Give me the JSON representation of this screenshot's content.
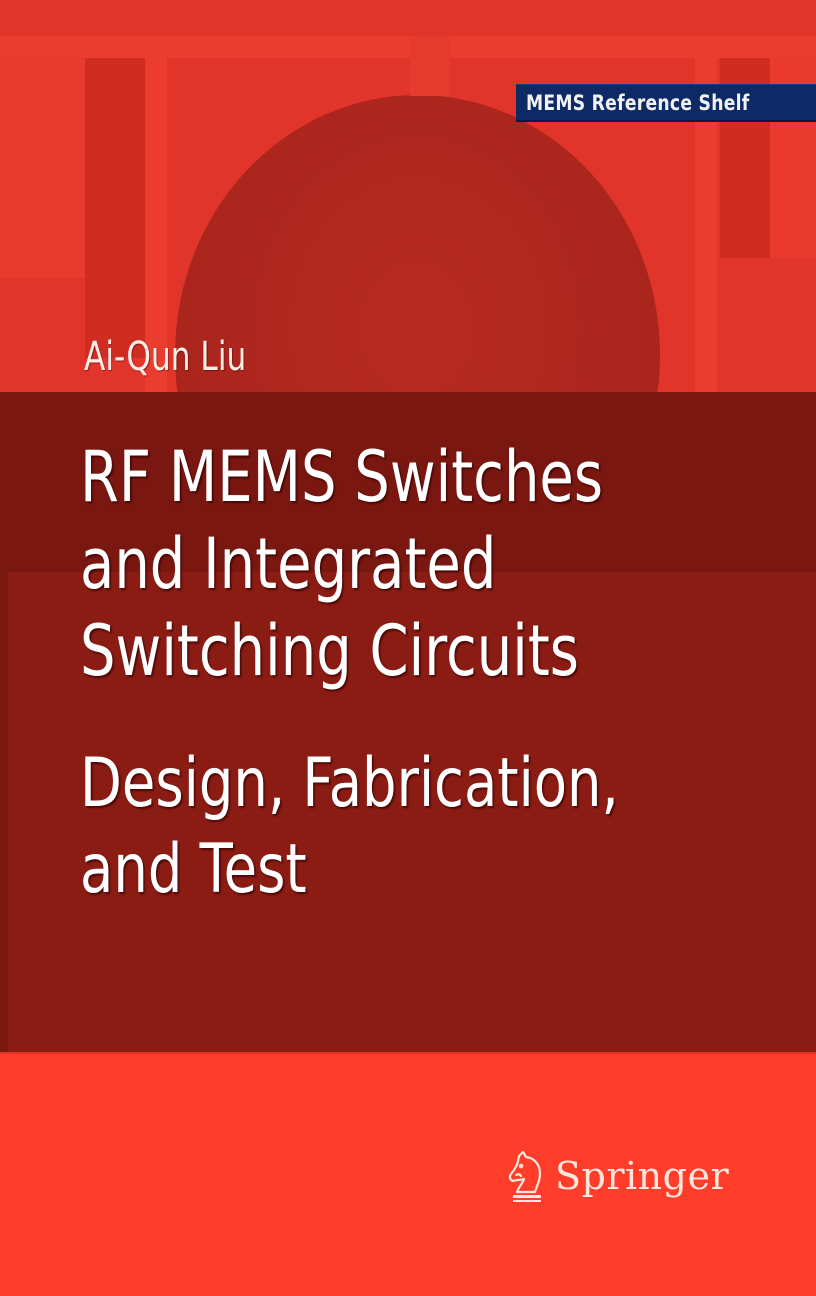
{
  "cover": {
    "series": "MEMS Reference Shelf",
    "author": "Ai-Qun Liu",
    "title_lines": [
      "RF MEMS Switches",
      "and Integrated",
      "Switching Circuits"
    ],
    "subtitle_lines": [
      "Design, Fabrication,",
      "and Test"
    ],
    "publisher": {
      "name": "Springer",
      "icon": "knight-chess-piece-icon"
    }
  },
  "colors": {
    "cover_red": "#ff3d2a",
    "title_band": "#8a1c14",
    "series_badge": "#0d2a66",
    "text_white": "#ffffff"
  }
}
